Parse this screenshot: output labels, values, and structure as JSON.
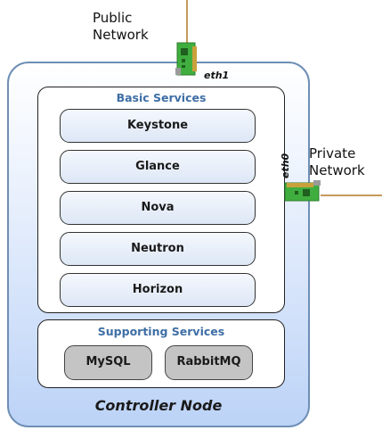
{
  "networks": {
    "public": [
      "Public",
      "Network"
    ],
    "private": [
      "Private",
      "Network"
    ]
  },
  "interfaces": {
    "public_nic": "eth1",
    "private_nic": "eth0"
  },
  "node": {
    "title": "Controller Node",
    "basic_services": {
      "title": "Basic Services",
      "items": [
        "Keystone",
        "Glance",
        "Nova",
        "Neutron",
        "Horizon"
      ]
    },
    "supporting_services": {
      "title": "Supporting Services",
      "items": [
        "MySQL",
        "RabbitMQ"
      ]
    }
  },
  "colors": {
    "node_border": "#6f8fb5",
    "group_title": "#3e6ea5",
    "cable": "#c59a5a",
    "nic_green": "#3fae3f"
  }
}
